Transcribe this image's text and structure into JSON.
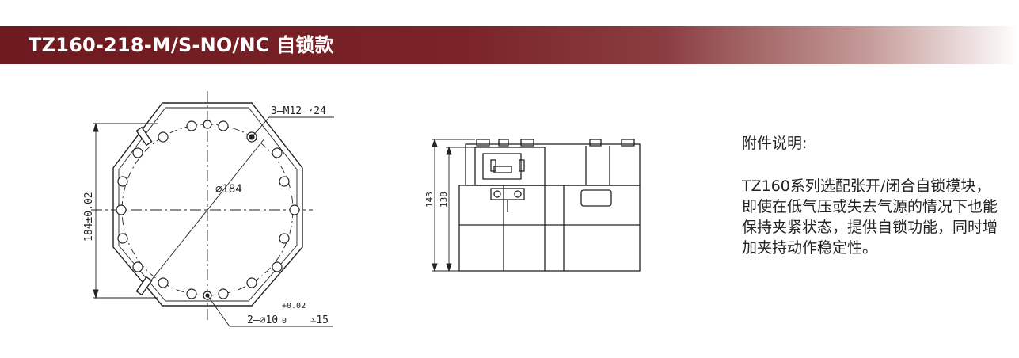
{
  "top_mark": "",
  "title": "TZ160-218-M/S-NO/NC 自锁款",
  "drawing": {
    "labels": {
      "hole_spec_top": "3—M12 ⩡24",
      "diameter": "⌀184",
      "height_dim": "184±0.02",
      "tol_upper": "+0.02",
      "tol_lower": "0",
      "hole_spec_bottom_left": "2—⌀10",
      "hole_spec_bottom_right": "⩡15",
      "side_h1": "143",
      "side_h2": "138"
    }
  },
  "notes": {
    "heading": "附件说明:",
    "body": "TZ160系列选配张开/闭合自锁模块，即使在低气压或失去气源的情况下也能保持夹紧状态，提供自锁功能，同时增加夹持动作稳定性。"
  }
}
